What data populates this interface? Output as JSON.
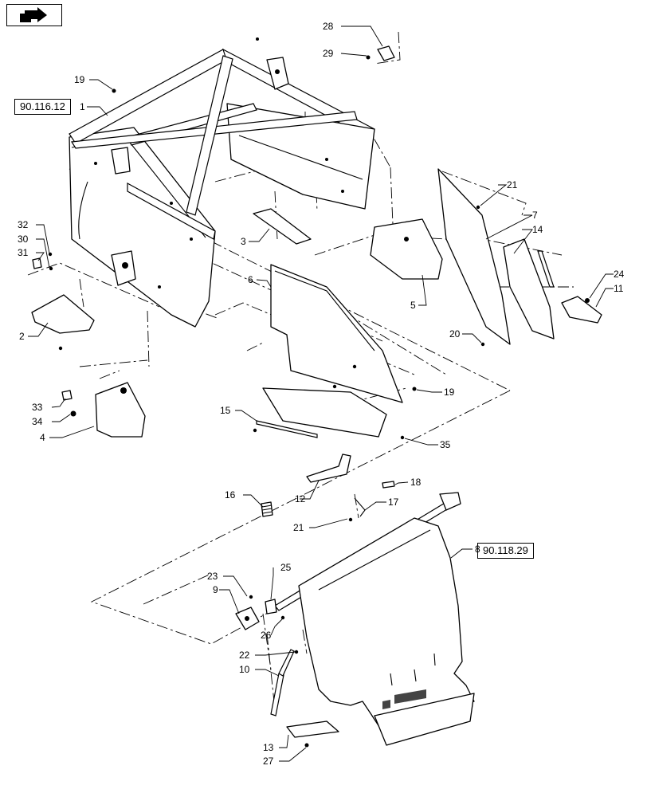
{
  "navigation": {
    "icon": "nav-arrow-icon"
  },
  "references": {
    "frame": "90.116.12",
    "door": "90.118.29"
  },
  "callouts": {
    "c1": "1",
    "c2": "2",
    "c3": "3",
    "c4": "4",
    "c5": "5",
    "c6": "6",
    "c7": "7",
    "c8": "8",
    "c9": "9",
    "c10": "10",
    "c11": "11",
    "c12": "12",
    "c13": "13",
    "c14": "14",
    "c15": "15",
    "c16": "16",
    "c17": "17",
    "c18": "18",
    "c19a": "19",
    "c19b": "19",
    "c20": "20",
    "c21a": "21",
    "c21b": "21",
    "c22": "22",
    "c23": "23",
    "c24": "24",
    "c25": "25",
    "c26": "26",
    "c27": "27",
    "c28": "28",
    "c29": "29",
    "c30": "30",
    "c31": "31",
    "c32": "32",
    "c33": "33",
    "c34": "34",
    "c35": "35"
  }
}
